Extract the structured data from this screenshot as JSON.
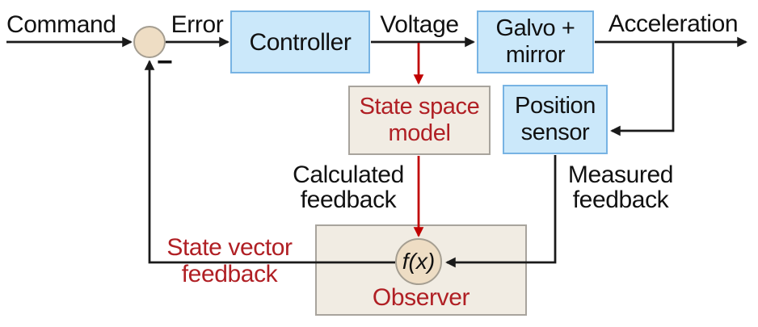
{
  "colors": {
    "accent_red": "#b01f24",
    "arrow_red": "#c00000",
    "block_blue_fill": "#cbe8fa",
    "block_blue_border": "#77b3e3",
    "block_beige_fill": "#f1ece3",
    "block_beige_border": "#a8a49d",
    "circle_fill": "#eeddc4",
    "circle_border": "#a59e91",
    "line_black": "#1a1a1a"
  },
  "signals": {
    "command": "Command",
    "error": "Error",
    "voltage": "Voltage",
    "acceleration": "Acceleration",
    "minus_sign": "−",
    "calculated_feedback": {
      "line1": "Calculated",
      "line2": "feedback"
    },
    "measured_feedback": {
      "line1": "Measured",
      "line2": "feedback"
    },
    "state_vector_feedback": {
      "line1": "State vector",
      "line2": "feedback"
    }
  },
  "blocks": {
    "controller": {
      "label": "Controller"
    },
    "galvo_mirror": {
      "line1": "Galvo +",
      "line2": "mirror"
    },
    "state_space_model": {
      "line1": "State space",
      "line2": "model"
    },
    "position_sensor": {
      "line1": "Position",
      "line2": "sensor"
    },
    "observer": {
      "label": "Observer",
      "function_label": "f(x)"
    }
  }
}
